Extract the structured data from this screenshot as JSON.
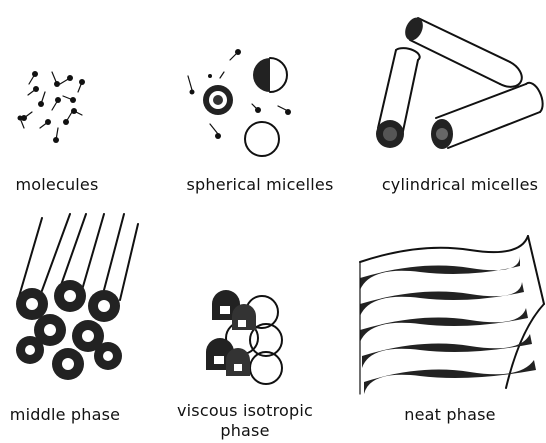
{
  "panels": [
    {
      "key": "molecules",
      "label": "molecules"
    },
    {
      "key": "spherical",
      "label": "spherical micelles"
    },
    {
      "key": "cylindrical",
      "label": "cylindrical micelles"
    },
    {
      "key": "middle",
      "label": "middle phase"
    },
    {
      "key": "viscous",
      "label_line1": "viscous isotropic",
      "label_line2": "phase"
    },
    {
      "key": "neat",
      "label": "neat phase"
    }
  ]
}
